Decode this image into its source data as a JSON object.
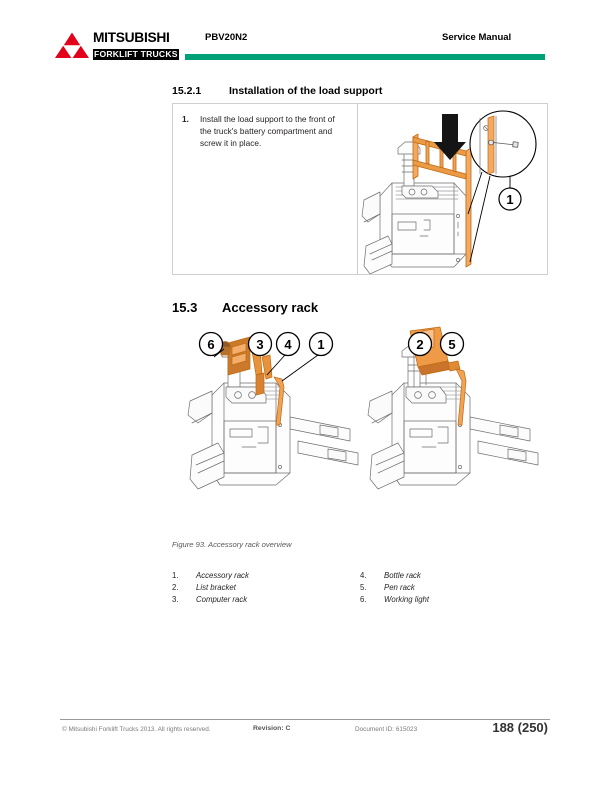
{
  "header": {
    "logo_name": "MITSUBISHI",
    "logo_sub": "FORKLIFT TRUCKS",
    "logo_mark": "mitsubishi-three-diamond-icon",
    "document_model": "PBV20N2",
    "manual_type": "Service Manual",
    "rule_color": "#00a179",
    "logo_color": "#e2001a"
  },
  "section_1": {
    "number": "15.2.1",
    "title": "Installation of the load support",
    "steps": [
      {
        "index": "1.",
        "text": "Install the load support to the front of the truck's battery compartment and screw it in place."
      }
    ],
    "figure": {
      "name": "load-support-installation-illustration",
      "callouts": [
        "1"
      ],
      "arrow": "down-arrow-icon",
      "accent_color": "#e8903a"
    }
  },
  "section_2": {
    "number": "15.3",
    "title": "Accessory rack",
    "figure": {
      "name": "accessory-rack-overview-illustration",
      "caption": "Figure 93. Accessory rack overview",
      "left_callouts": [
        "6",
        "3",
        "4",
        "1"
      ],
      "right_callouts": [
        "2",
        "5"
      ],
      "accent_color": "#e8903a"
    },
    "legend": {
      "left": [
        {
          "index": "1.",
          "label": "Accessory rack"
        },
        {
          "index": "2.",
          "label": "List bracket"
        },
        {
          "index": "3.",
          "label": "Computer rack"
        }
      ],
      "right": [
        {
          "index": "4.",
          "label": "Bottle rack"
        },
        {
          "index": "5.",
          "label": "Pen rack"
        },
        {
          "index": "6.",
          "label": "Working light"
        }
      ]
    }
  },
  "footer": {
    "copyright": "© Mitsubishi Forklift Trucks 2013. All rights reserved.",
    "revision": "Revision: C",
    "document_id": "Document ID: 615023",
    "page": "188 (250)"
  }
}
